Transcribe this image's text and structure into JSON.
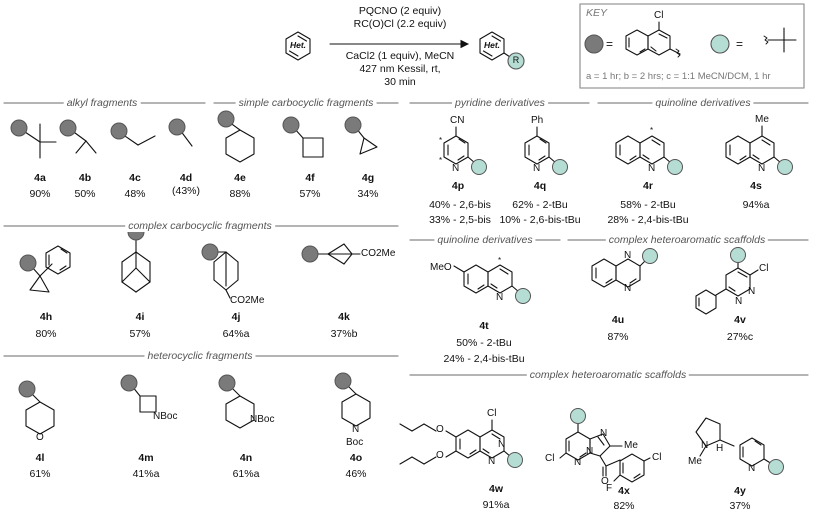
{
  "colors": {
    "dark_circle": "#7a7a7a",
    "light_circle": "#b5ddd3",
    "rule": "#888888",
    "key_border": "#999999"
  },
  "reaction": {
    "substrate": "Het.",
    "product": "Het.",
    "product_group": "R",
    "conditions": [
      "PQCNO (2 equiv)",
      "RC(O)Cl (2.2 equiv)",
      "CaCl2 (1 equiv), MeCN",
      "427 nm Kessil, rt,",
      "30 min"
    ]
  },
  "key": {
    "title": "KEY",
    "equals": "=",
    "cl": "Cl",
    "footnote": "a = 1 hr; b = 2 hrs; c = 1:1 MeCN/DCM, 1 hr"
  },
  "sections": {
    "alkyl": "alkyl fragments",
    "simple_carbocyclic": "simple carbocyclic fragments",
    "pyridine": "pyridine derivatives",
    "quinoline_1": "quinoline derivatives",
    "complex_carbocyclic": "complex carbocyclic fragments",
    "quinoline_2": "quinoline derivatives",
    "complex_hetero_1": "complex heteroaromatic scaffolds",
    "heterocyclic": "heterocyclic fragments",
    "complex_hetero_2": "complex heteroaromatic scaffolds"
  },
  "compounds": {
    "4a": {
      "label": "4a",
      "yield": "90%"
    },
    "4b": {
      "label": "4b",
      "yield": "50%"
    },
    "4c": {
      "label": "4c",
      "yield": "48%"
    },
    "4d": {
      "label": "4d",
      "yield": "(43%)"
    },
    "4e": {
      "label": "4e",
      "yield": "88%"
    },
    "4f": {
      "label": "4f",
      "yield": "57%"
    },
    "4g": {
      "label": "4g",
      "yield": "34%"
    },
    "4p": {
      "label": "4p",
      "yield_1": "40% - 2,6-bis",
      "yield_2": "33% - 2,5-bis"
    },
    "4q": {
      "label": "4q",
      "yield_1": "62% - 2-tBu",
      "yield_2": "10% - 2,6-bis-tBu"
    },
    "4r": {
      "label": "4r",
      "yield_1": "58% - 2-tBu",
      "yield_2": "28% - 2,4-bis-tBu"
    },
    "4s": {
      "label": "4s",
      "yield": "94%a"
    },
    "4h": {
      "label": "4h",
      "yield": "80%"
    },
    "4i": {
      "label": "4i",
      "yield": "57%"
    },
    "4j": {
      "label": "4j",
      "yield": "64%a"
    },
    "4k": {
      "label": "4k",
      "yield": "37%b"
    },
    "4t": {
      "label": "4t",
      "yield_1": "50% - 2-tBu",
      "yield_2": "24% - 2,4-bis-tBu"
    },
    "4u": {
      "label": "4u",
      "yield": "87%"
    },
    "4v": {
      "label": "4v",
      "yield": "27%c"
    },
    "4l": {
      "label": "4l",
      "yield": "61%"
    },
    "4m": {
      "label": "4m",
      "yield": "41%a"
    },
    "4n": {
      "label": "4n",
      "yield": "61%a"
    },
    "4o": {
      "label": "4o",
      "yield": "46%"
    },
    "4w": {
      "label": "4w",
      "yield": "91%a"
    },
    "4x": {
      "label": "4x",
      "yield": "82%"
    },
    "4y": {
      "label": "4y",
      "yield": "37%"
    }
  },
  "atoms": {
    "cn": "CN",
    "ph": "Ph",
    "me": "Me",
    "meo": "MeO",
    "co2me": "CO2Me",
    "nboc": "NBoc",
    "n": "N",
    "boc": "Boc",
    "cl": "Cl",
    "o": "O",
    "f": "F",
    "h": "H",
    "star": "*"
  }
}
